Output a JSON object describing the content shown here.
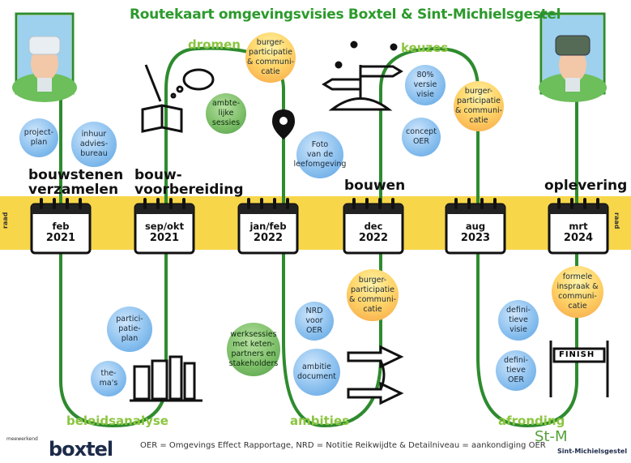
{
  "title": "Routekaart omgevingsvisies Boxtel & Sint-Michielsgestel",
  "phases": {
    "dromen": "dromen",
    "keuzes": "keuzes",
    "beleidsanalyse": "beleidsanalyse",
    "ambities": "ambities",
    "afronding": "afronding"
  },
  "milestones": {
    "bouwstenen": "bouwstenen\nverzamelen",
    "bouwvoorbereiding": "bouw-\nvoorbereiding",
    "bouwen": "bouwen",
    "oplevering": "oplevering"
  },
  "raad_left": "raad",
  "raad_right": "raad",
  "calendars": [
    {
      "month": "feb",
      "year": "2021"
    },
    {
      "month": "sep/okt",
      "year": "2021"
    },
    {
      "month": "jan/feb",
      "year": "2022"
    },
    {
      "month": "dec",
      "year": "2022"
    },
    {
      "month": "aug",
      "year": "2023"
    },
    {
      "month": "mrt",
      "year": "2024"
    }
  ],
  "bubbles": {
    "projectplan": "project-\nplan",
    "inhuur": "inhuur\nadvies-\nbureau",
    "bp1": "burger-\nparticipatie\n& communi-\ncatie",
    "ambtelijke": "ambte-\nlijke\nsessies",
    "foto": "Foto\nvan de\nleefomgeving",
    "versie80": "80%\nversie\nvisie",
    "conceptoer": "concept\nOER",
    "bp2": "burger-\nparticipatie\n& communi-\ncatie",
    "participatieplan": "partici-\npatie-\nplan",
    "themas": "the-\nma's",
    "werksessies": "werksessies\nmet keten-\npartners en\nstakeholders",
    "nrd": "NRD\nvoor\nOER",
    "ambitiedoc": "ambitie\ndocument",
    "bp3": "burger-\nparticipatie\n& communi-\ncatie",
    "formele": "formele\ninspraak &\ncommuni-\ncatie",
    "defvisie": "defini-\ntieve\nvisie",
    "defoer": "defini-\ntieve\nOER"
  },
  "finish_label": "FINISH",
  "footer": "OER = Omgevings Effect Rapportage, NRD = Notitie Reikwijdte & Detailniveau = aankondiging OER",
  "logos": {
    "boxtel_small": "meewerkend",
    "boxtel": "boxtel",
    "stm": "St-M",
    "stm_name": "Sint-Michielsgestel"
  },
  "colors": {
    "road": "#2e8b2e",
    "band": "#f7d64a",
    "title": "#2c9a2c",
    "phase": "#8bc53f"
  }
}
